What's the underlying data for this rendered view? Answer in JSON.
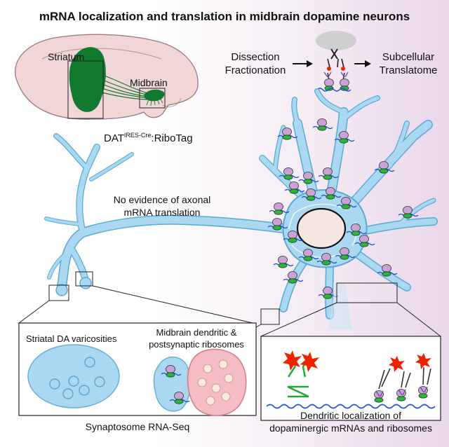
{
  "title": "mRNA localization and translation in midbrain dopamine neurons",
  "brain": {
    "striatum": "Striatum",
    "midbrain": "Midbrain",
    "mouse_line_prefix": "DAT",
    "mouse_line_sup": "IRES-Cre",
    "mouse_line_suffix": ":RiboTag"
  },
  "workflow": {
    "step1_line1": "Dissection",
    "step1_line2": "Fractionation",
    "result_line1": "Subcellular",
    "result_line2": "Translatome"
  },
  "axon_note": {
    "line1": "No evidence of axonal",
    "line2": "mRNA translation"
  },
  "synaptosome": {
    "left_label": "Striatal DA varicosities",
    "right_line1": "Midbrain dendritic &",
    "right_line2": "postsynaptic ribosomes",
    "caption": "Synaptosome RNA-Seq"
  },
  "dendrite_panel": {
    "caption_line1": "Dendritic localization of",
    "caption_line2": "dopaminergic mRNAs and ribosomes"
  },
  "colors": {
    "neuron": "#a9d8f0",
    "neuron_stroke": "#5aa9d6",
    "brain": "#f0d6d6",
    "brain_green": "#117a2e",
    "ribosome_large": "#c9a3d6",
    "ribosome_small": "#22bb33",
    "mrna": "#1f4fe0",
    "antibody_tag": "#ee2200"
  }
}
